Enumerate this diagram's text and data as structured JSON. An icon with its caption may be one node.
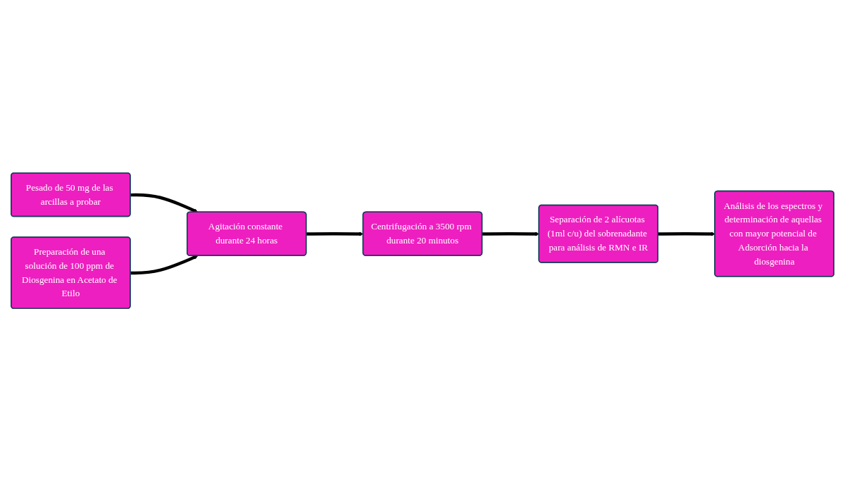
{
  "diagram": {
    "nodes": [
      {
        "text": [
          "Pesado de 50 mg de las arcillas a probar"
        ]
      },
      {
        "text": [
          "Preparación de una solución de 100 ppm de Diosgenina en Acetato de Etilo"
        ]
      },
      {
        "text": [
          "Agitación constante durante 24 horas"
        ]
      },
      {
        "text": [
          "Centrifugación a 3500 rpm durante 20 minutos"
        ]
      },
      {
        "text": [
          "Separación de 2 alícuotas (1ml c/u) del sobrenadante para análisis de RMN e IR"
        ]
      },
      {
        "text": [
          "Análisis de los espectros y determinación de aquellas con mayor potencial de Adsorción hacia la diosgenina"
        ]
      }
    ],
    "edges": [
      {
        "from": 0,
        "to": 2,
        "arrow": "to"
      },
      {
        "from": 1,
        "to": 2,
        "arrow": "to"
      },
      {
        "from": 2,
        "to": 3,
        "arrow": "to"
      },
      {
        "from": 3,
        "to": 4,
        "arrow": "to"
      },
      {
        "from": 4,
        "to": 5,
        "arrow": "to"
      }
    ]
  }
}
